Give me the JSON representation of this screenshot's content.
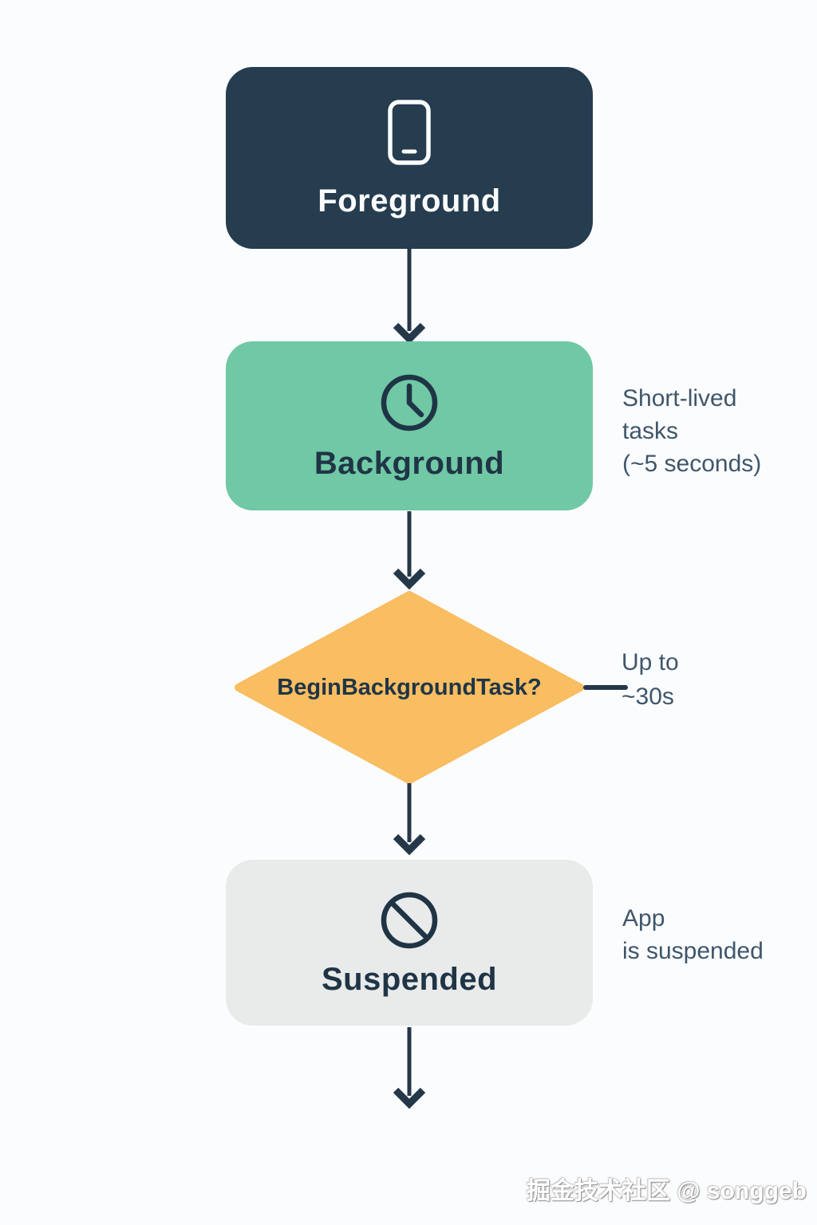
{
  "colors": {
    "page-bg": "#fbfcfd",
    "navy": "#263c4f",
    "green": "#70c8a5",
    "orange": "#f9bd62",
    "light-gray": "#e9eaea",
    "arrow": "#24384a",
    "label-light": "#fafbfc",
    "label-dark": "#1f3546",
    "annotation-text": "#3f566b"
  },
  "nodes": {
    "foreground": {
      "label": "Foreground",
      "icon": "smartphone-icon"
    },
    "background": {
      "label": "Background",
      "icon": "clock-icon"
    },
    "decision": {
      "label": "BeginBackgroundTask?"
    },
    "suspended": {
      "label": "Suspended",
      "icon": "no-entry-icon"
    }
  },
  "annotations": {
    "background": {
      "line1": "Short-lived",
      "line2": "tasks",
      "line3": "(~5 seconds)"
    },
    "decision": {
      "line1": "Up to",
      "line2": "~30s"
    },
    "suspended": {
      "line1": "App",
      "line2": "is suspended"
    }
  },
  "watermark": {
    "text": "掘金技术社区 @ songgeb"
  }
}
